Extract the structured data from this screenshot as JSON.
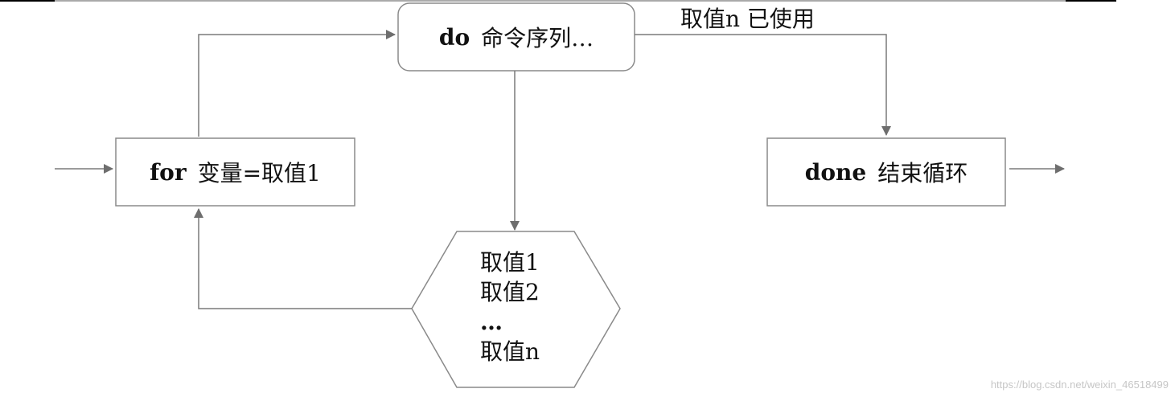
{
  "nodes": {
    "do_box": {
      "keyword": "do",
      "text": "命令序列…"
    },
    "for_box": {
      "keyword": "for",
      "text": "变量=取值1"
    },
    "done_box": {
      "keyword": "done",
      "text": "结束循环"
    },
    "values_hexagon": {
      "lines": [
        "取值1",
        "取值2",
        "…",
        "取值n"
      ]
    }
  },
  "edges": {
    "do_to_done_label": "取值n 已使用"
  },
  "watermark": "https://blog.csdn.net/weixin_46518499",
  "colors": {
    "line": "#7a7a7a",
    "arrow": "#6e6e6e",
    "box_border": "#8a8a8a"
  }
}
